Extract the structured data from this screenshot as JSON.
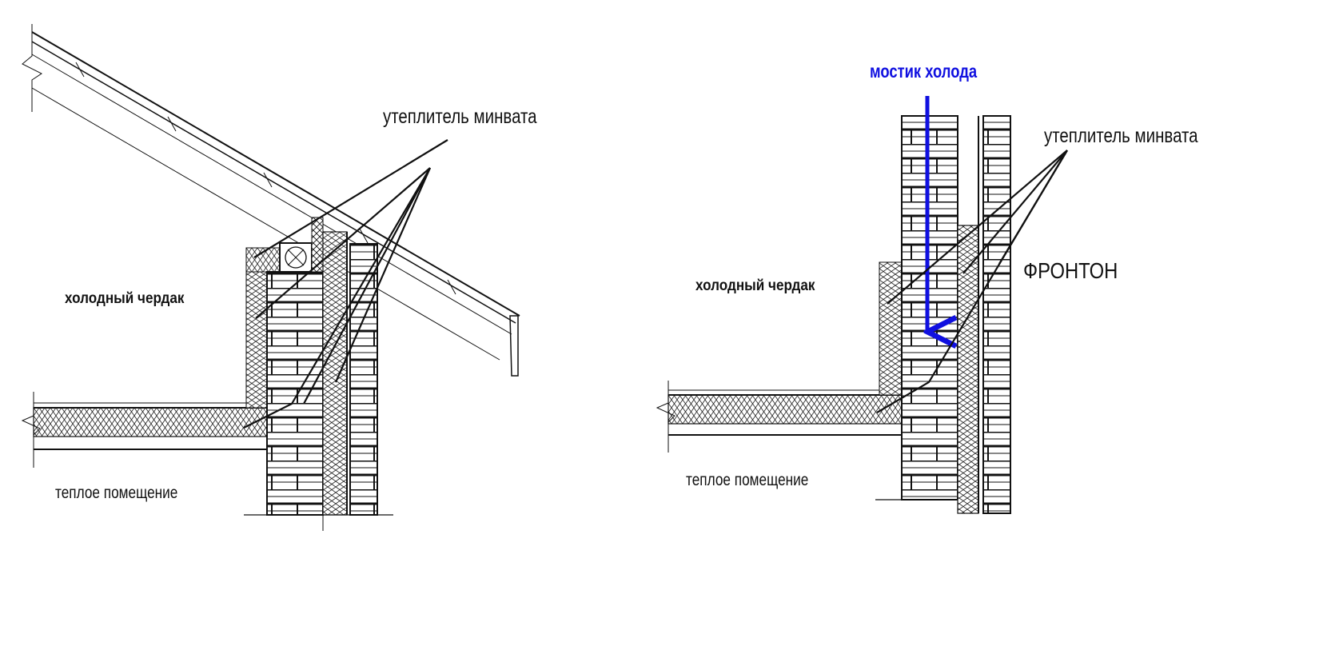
{
  "colors": {
    "ink": "#111111",
    "cold_bridge": "#1010e0",
    "background": "#ffffff"
  },
  "left_detail": {
    "insulation_label": "утеплитель минвата",
    "attic_label": "холодный чердак",
    "room_label": "теплое помещение"
  },
  "right_detail": {
    "cold_bridge_label": "мостик холода",
    "insulation_label": "утеплитель минвата",
    "gable_label": "ФРОНТОН",
    "attic_label": "холодный чердак",
    "room_label": "теплое помещение"
  }
}
